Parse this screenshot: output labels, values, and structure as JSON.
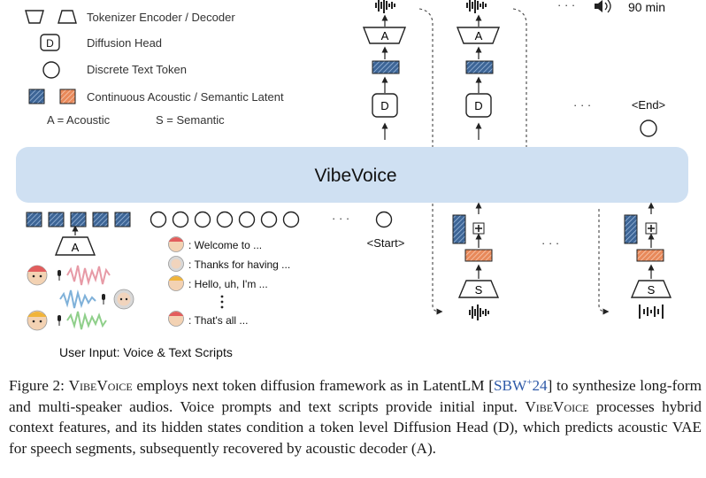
{
  "legend": {
    "tokenizer": "Tokenizer Encoder / Decoder",
    "diffusion_head": "Diffusion Head",
    "discrete_token": "Discrete Text Token",
    "continuous_latent": "Continuous Acoustic / Semantic Latent",
    "acoustic_def": "A = Acoustic",
    "semantic_def": "S = Semantic"
  },
  "labels": {
    "D": "D",
    "A": "A",
    "S": "S",
    "vibevoice": "VibeVoice",
    "start": "<Start>",
    "end": "<End>",
    "duration": "90 min",
    "ellipsis": "· · ·",
    "user_input": "User Input: Voice & Text Scripts"
  },
  "scripts": [
    ": Welcome to ...",
    ": Thanks for having ...",
    ": Hello, uh, I'm ...",
    ": That's all ..."
  ],
  "caption": {
    "fig": "Figure 2: ",
    "name": "VibeVoice",
    "t1": " employs next token diffusion framework as in LatentLM [",
    "cite": "SBW",
    "cite_sup": "+",
    "cite_year": "24",
    "t2": "] to synthesize long-form and multi-speaker audios. Voice prompts and text scripts provide initial input. ",
    "name2": "VibeVoice",
    "t3": " processes hybrid context features, and its hidden states condition a token level Diffusion Head (D), which predicts acoustic VAE for speech segments, subsequently recovered by acoustic decoder (A)."
  },
  "colors": {
    "backbone_fill": "#cfe0f2",
    "acoustic_latent": "#4a6fa0",
    "semantic_latent": "#e07c4a",
    "wave_pink": "#e79aa6",
    "wave_blue": "#7fb1d9",
    "wave_green": "#8fcf8a",
    "citation": "#2f5aa8"
  }
}
